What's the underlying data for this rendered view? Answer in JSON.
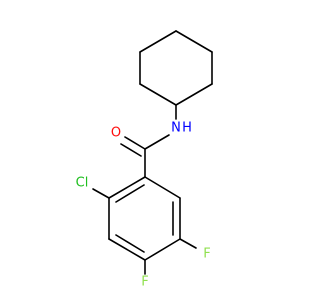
{
  "molecule": {
    "atoms": {
      "oxygen": {
        "text": "O",
        "color": "#ff0d0d"
      },
      "nitrogen": {
        "text": "N",
        "color": "#0000ff"
      },
      "hydrogen": {
        "text": "H",
        "color": "#0000ff"
      },
      "chlorine": {
        "text": "Cl",
        "color": "#1fbf1f"
      },
      "fluorine_5": {
        "text": "F",
        "color": "#90e050"
      },
      "fluorine_4": {
        "text": "F",
        "color": "#90e050"
      }
    },
    "bond_color": "#000000"
  }
}
